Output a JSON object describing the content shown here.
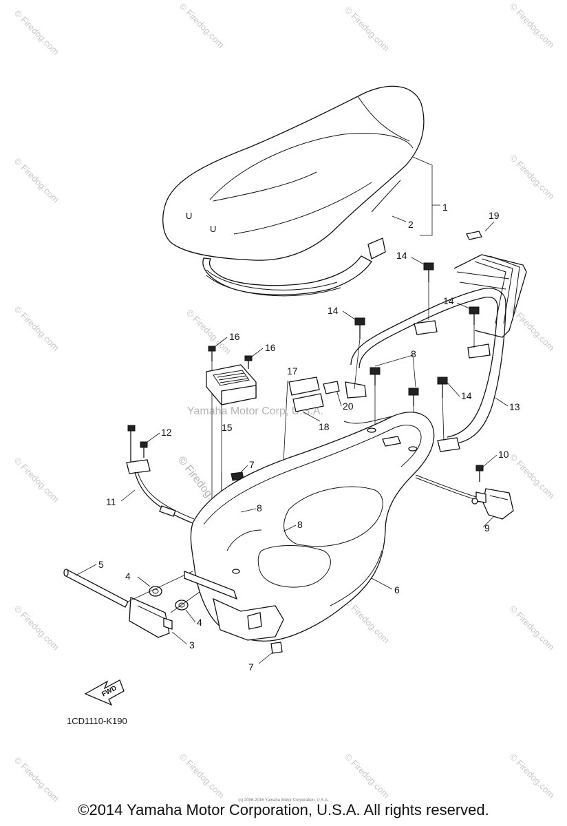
{
  "diagram": {
    "callouts": [
      {
        "id": "c1",
        "label": "1"
      },
      {
        "id": "c2",
        "label": "2"
      },
      {
        "id": "c3",
        "label": "3"
      },
      {
        "id": "c4a",
        "label": "4"
      },
      {
        "id": "c4b",
        "label": "4"
      },
      {
        "id": "c5",
        "label": "5"
      },
      {
        "id": "c6",
        "label": "6"
      },
      {
        "id": "c7a",
        "label": "7"
      },
      {
        "id": "c7b",
        "label": "7"
      },
      {
        "id": "c8a",
        "label": "8"
      },
      {
        "id": "c8b",
        "label": "8"
      },
      {
        "id": "c8c",
        "label": "8"
      },
      {
        "id": "c9",
        "label": "9"
      },
      {
        "id": "c10",
        "label": "10"
      },
      {
        "id": "c11",
        "label": "11"
      },
      {
        "id": "c12",
        "label": "12"
      },
      {
        "id": "c13",
        "label": "13"
      },
      {
        "id": "c14a",
        "label": "14"
      },
      {
        "id": "c14b",
        "label": "14"
      },
      {
        "id": "c14c",
        "label": "14"
      },
      {
        "id": "c14d",
        "label": "14"
      },
      {
        "id": "c15",
        "label": "15"
      },
      {
        "id": "c16a",
        "label": "16"
      },
      {
        "id": "c16b",
        "label": "16"
      },
      {
        "id": "c17",
        "label": "17"
      },
      {
        "id": "c18",
        "label": "18"
      },
      {
        "id": "c19",
        "label": "19"
      },
      {
        "id": "c20",
        "label": "20"
      }
    ],
    "fwd_label": "FWD",
    "diagram_code": "1CD1110-K190",
    "watermark_center": "Yamaha Motor Corp, U.S.A.",
    "watermark_tile": "© Firedog.com",
    "watermark_diag": "© Firedog.com",
    "tiny_copyright": "(c) 2006-2016 Yamaha Motor Corporation, U.S.A.",
    "copyright": "©2014 Yamaha Motor Corporation, U.S.A. All rights reserved."
  }
}
